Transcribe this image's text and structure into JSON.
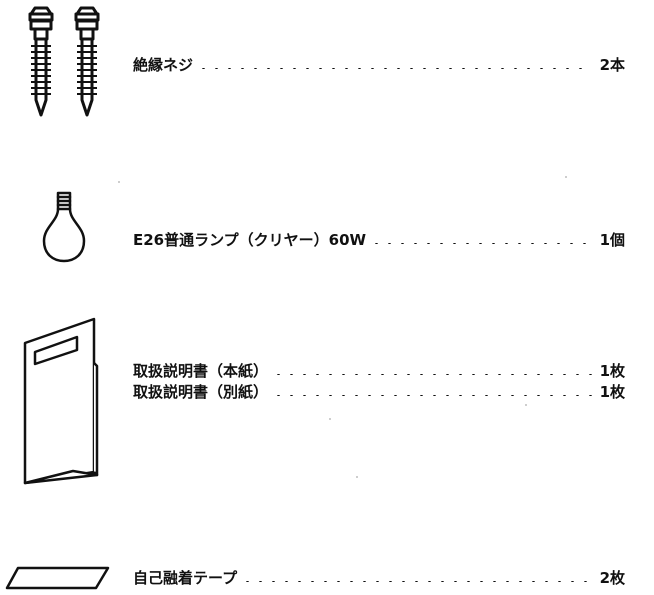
{
  "parts": [
    {
      "name": "絶縁ネジ",
      "quantity": "2本",
      "icon": "insulated-screws-icon"
    },
    {
      "name": "E26普通ランプ（クリヤー）60W",
      "quantity": "1個",
      "icon": "light-bulb-icon"
    },
    {
      "name": "取扱説明書（本紙）",
      "quantity": "1枚",
      "icon": "instruction-manual-icon"
    },
    {
      "name": "取扱説明書（別紙）",
      "quantity": "1枚",
      "icon": "instruction-manual-icon"
    },
    {
      "name": "自己融着テープ",
      "quantity": "2枚",
      "icon": "self-fusing-tape-icon"
    }
  ],
  "colors": {
    "ink": "#111111",
    "paper": "#ffffff"
  }
}
